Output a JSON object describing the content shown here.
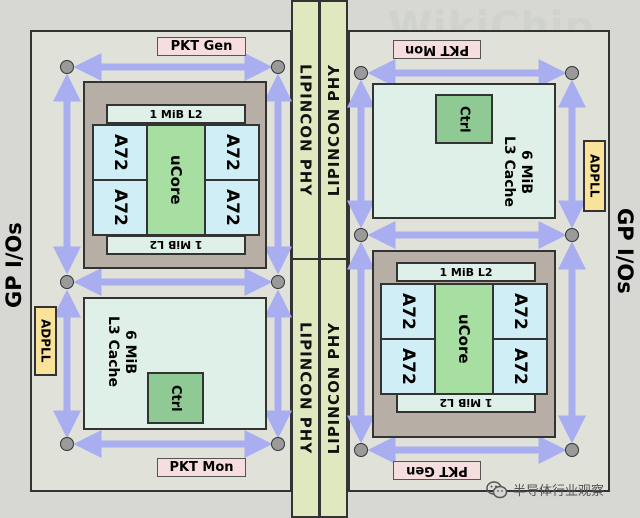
{
  "labels": {
    "gp_io": "GP I/Os",
    "adpll": "ADPLL",
    "pkt_gen": "PKT Gen",
    "pkt_mon": "PKT Mon",
    "phy": "LIPINCON PHY",
    "l2": "1 MiB L2",
    "core": "A72",
    "ucore": "uCore",
    "ctrl": "Ctrl",
    "l3_line1": "6 MiB",
    "l3_line2": "L3 Cache"
  },
  "watermark": {
    "logo_text": "WikiChip",
    "footer": "半导体行业观察"
  },
  "colors": {
    "background": "#d7d7d3",
    "tile": "#e0e2da",
    "phy": "#dfe8bf",
    "block": "#dff0e8",
    "core": "#cfeef5",
    "ucore": "#a7dfa3",
    "ctrl": "#8fca95",
    "cluster": "#b7aea5",
    "pkt": "#f7dede",
    "adpll": "#f9e39b",
    "mesh": "#a9aef0"
  },
  "icons": [
    "mesh-node",
    "bidirectional-arrow",
    "wechat-icon"
  ]
}
